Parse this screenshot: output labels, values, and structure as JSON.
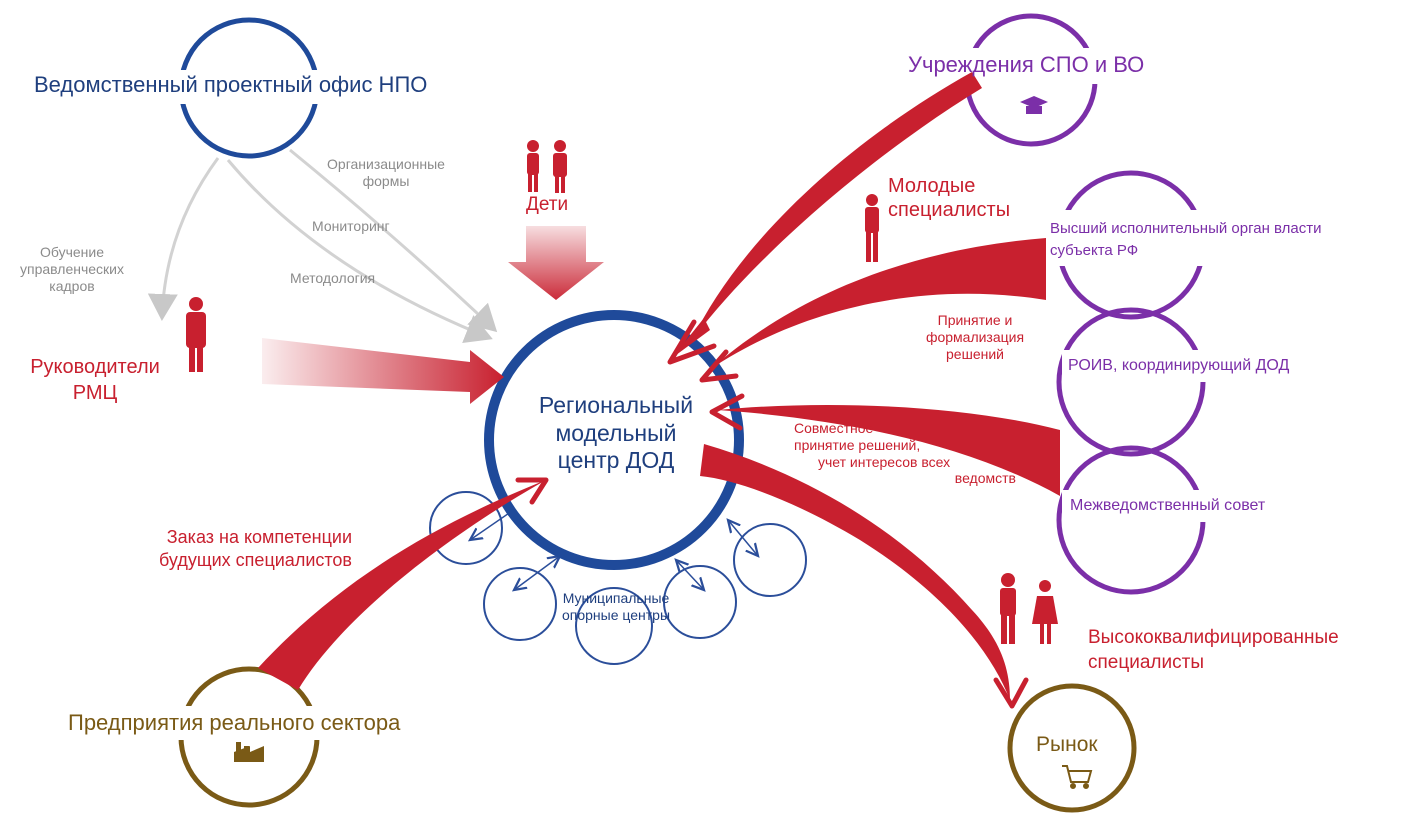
{
  "nodes": {
    "project_office": "Ведомственный проектный офис НПО",
    "regional_center": [
      "Региональный",
      "модельный",
      "центр ДОД"
    ],
    "municipal_centers": [
      "Муниципальные",
      "опорные центры"
    ],
    "spo_vo": "Учреждения СПО и ВО",
    "executive_body": [
      "Высший исполнительный орган власти",
      "субъекта РФ"
    ],
    "roiv": "РОИВ, координирующий ДОД",
    "council": "Межведомственный совет",
    "enterprises": "Предприятия реального сектора",
    "market": "Рынок"
  },
  "labels": {
    "org_forms": [
      "Организационные",
      "формы"
    ],
    "monitoring": "Мониторинг",
    "methodology": "Методология",
    "training": [
      "Обучение",
      "управленческих",
      "кадров"
    ],
    "children": "Дети",
    "rmc_heads": [
      "Руководители",
      "РМЦ"
    ],
    "young_specialists": [
      "Молодые",
      "специалисты"
    ],
    "decision_making": [
      "Принятие  и",
      "формализация",
      "решений"
    ],
    "joint_decisions": [
      "Совместное",
      "принятие решений,",
      "учет интересов всех",
      "ведомств"
    ],
    "competence_order": [
      "Заказ на компетенции",
      "будущих специалистов"
    ],
    "high_specialists": [
      "Высококвалифицированные",
      "специалисты"
    ]
  },
  "colors": {
    "navy": "#1f3f7e",
    "red": "#c8202f",
    "gray": "#8b8b8b",
    "purple": "#7b2fa8",
    "brown": "#7a5a16"
  },
  "icons": [
    "person-icon",
    "graduation-cap-icon",
    "factory-icon",
    "shopping-cart-icon"
  ]
}
